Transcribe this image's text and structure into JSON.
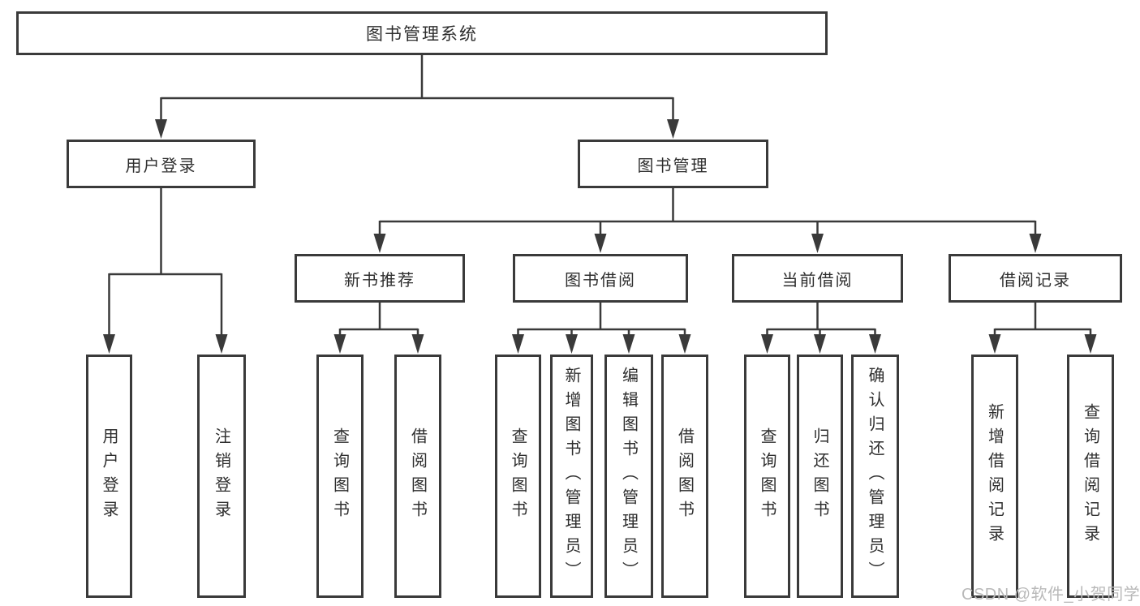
{
  "diagram": {
    "type": "tree",
    "root": {
      "label": "图书管理系统"
    },
    "branches": [
      {
        "label": "用户登录",
        "leaves": [
          {
            "label": "用户登录"
          },
          {
            "label": "注销登录"
          }
        ]
      },
      {
        "label": "图书管理",
        "groups": [
          {
            "label": "新书推荐",
            "leaves": [
              {
                "label": "查询图书"
              },
              {
                "label": "借阅图书"
              }
            ]
          },
          {
            "label": "图书借阅",
            "leaves": [
              {
                "label": "查询图书"
              },
              {
                "label": "新增图书（管理员）"
              },
              {
                "label": "编辑图书（管理员）"
              },
              {
                "label": "借阅图书"
              }
            ]
          },
          {
            "label": "当前借阅",
            "leaves": [
              {
                "label": "查询图书"
              },
              {
                "label": "归还图书"
              },
              {
                "label": "确认归还（管理员）"
              }
            ]
          },
          {
            "label": "借阅记录",
            "leaves": [
              {
                "label": "新增借阅记录"
              },
              {
                "label": "查询借阅记录"
              }
            ]
          }
        ]
      }
    ]
  },
  "watermark": {
    "text": "CSDN @软件_小贺同学"
  },
  "colors": {
    "line": "#3a3a3a",
    "text": "#2e2e2e",
    "box_background": "#ffffff",
    "page_background": "#ffffff",
    "watermark": "#b9b9b9"
  }
}
